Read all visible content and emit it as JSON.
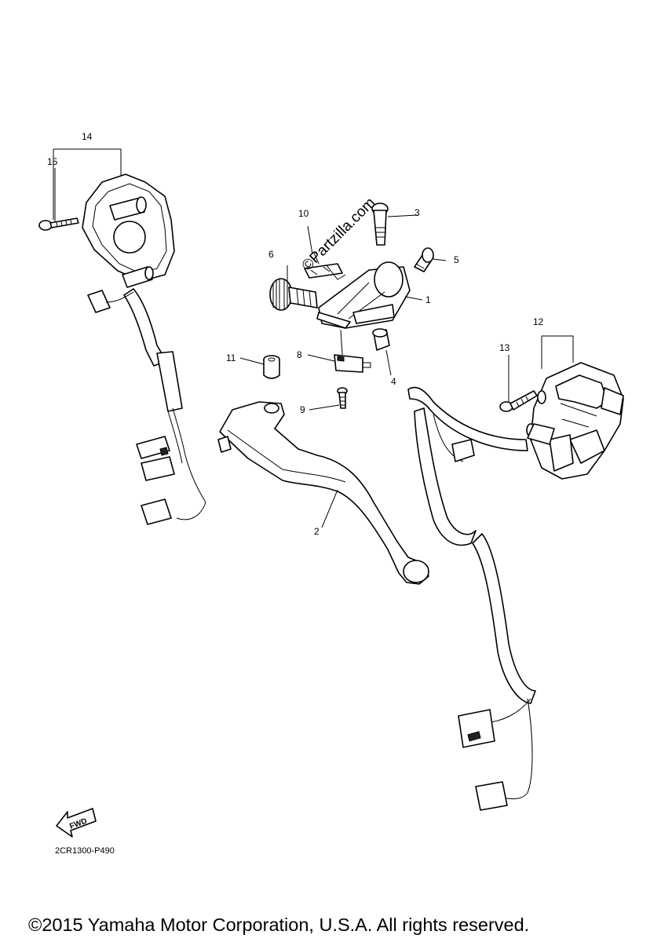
{
  "diagram": {
    "code": "2CR1300-P490",
    "copyright": "©2015 Yamaha Motor Corporation, U.S.A. All rights reserved.",
    "watermark": "©Partzilla.com",
    "fwd_label": "FWD",
    "callouts": {
      "c1": "1",
      "c2": "2",
      "c3": "3",
      "c4": "4",
      "c5": "5",
      "c6": "6",
      "c8": "8",
      "c9": "9",
      "c10": "10",
      "c11": "11",
      "c12": "12",
      "c13": "13",
      "c14": "14",
      "c15": "15"
    }
  }
}
